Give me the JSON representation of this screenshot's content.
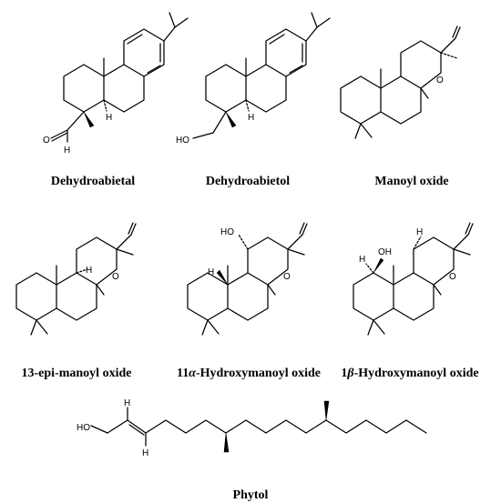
{
  "molecules": [
    {
      "name": "Dehydroabietal"
    },
    {
      "name": "Dehydroabietol"
    },
    {
      "name": "Manoyl oxide"
    },
    {
      "name": "13-epi-manoyl oxide"
    },
    {
      "name": "11α-Hydroxymanoyl oxide",
      "prefix": "11",
      "greek": "α",
      "rest": "-Hydroxymanoyl oxide"
    },
    {
      "name": "1β-Hydroxymanoyl oxide",
      "prefix": "1",
      "greek": "β",
      "rest": "-Hydroxymanoyl oxide"
    },
    {
      "name": "Phytol"
    }
  ],
  "atom_labels": {
    "oxygen": "O",
    "hydrogen": "H",
    "hydroxyl": "HO",
    "hydroxyl_right": "OH"
  }
}
